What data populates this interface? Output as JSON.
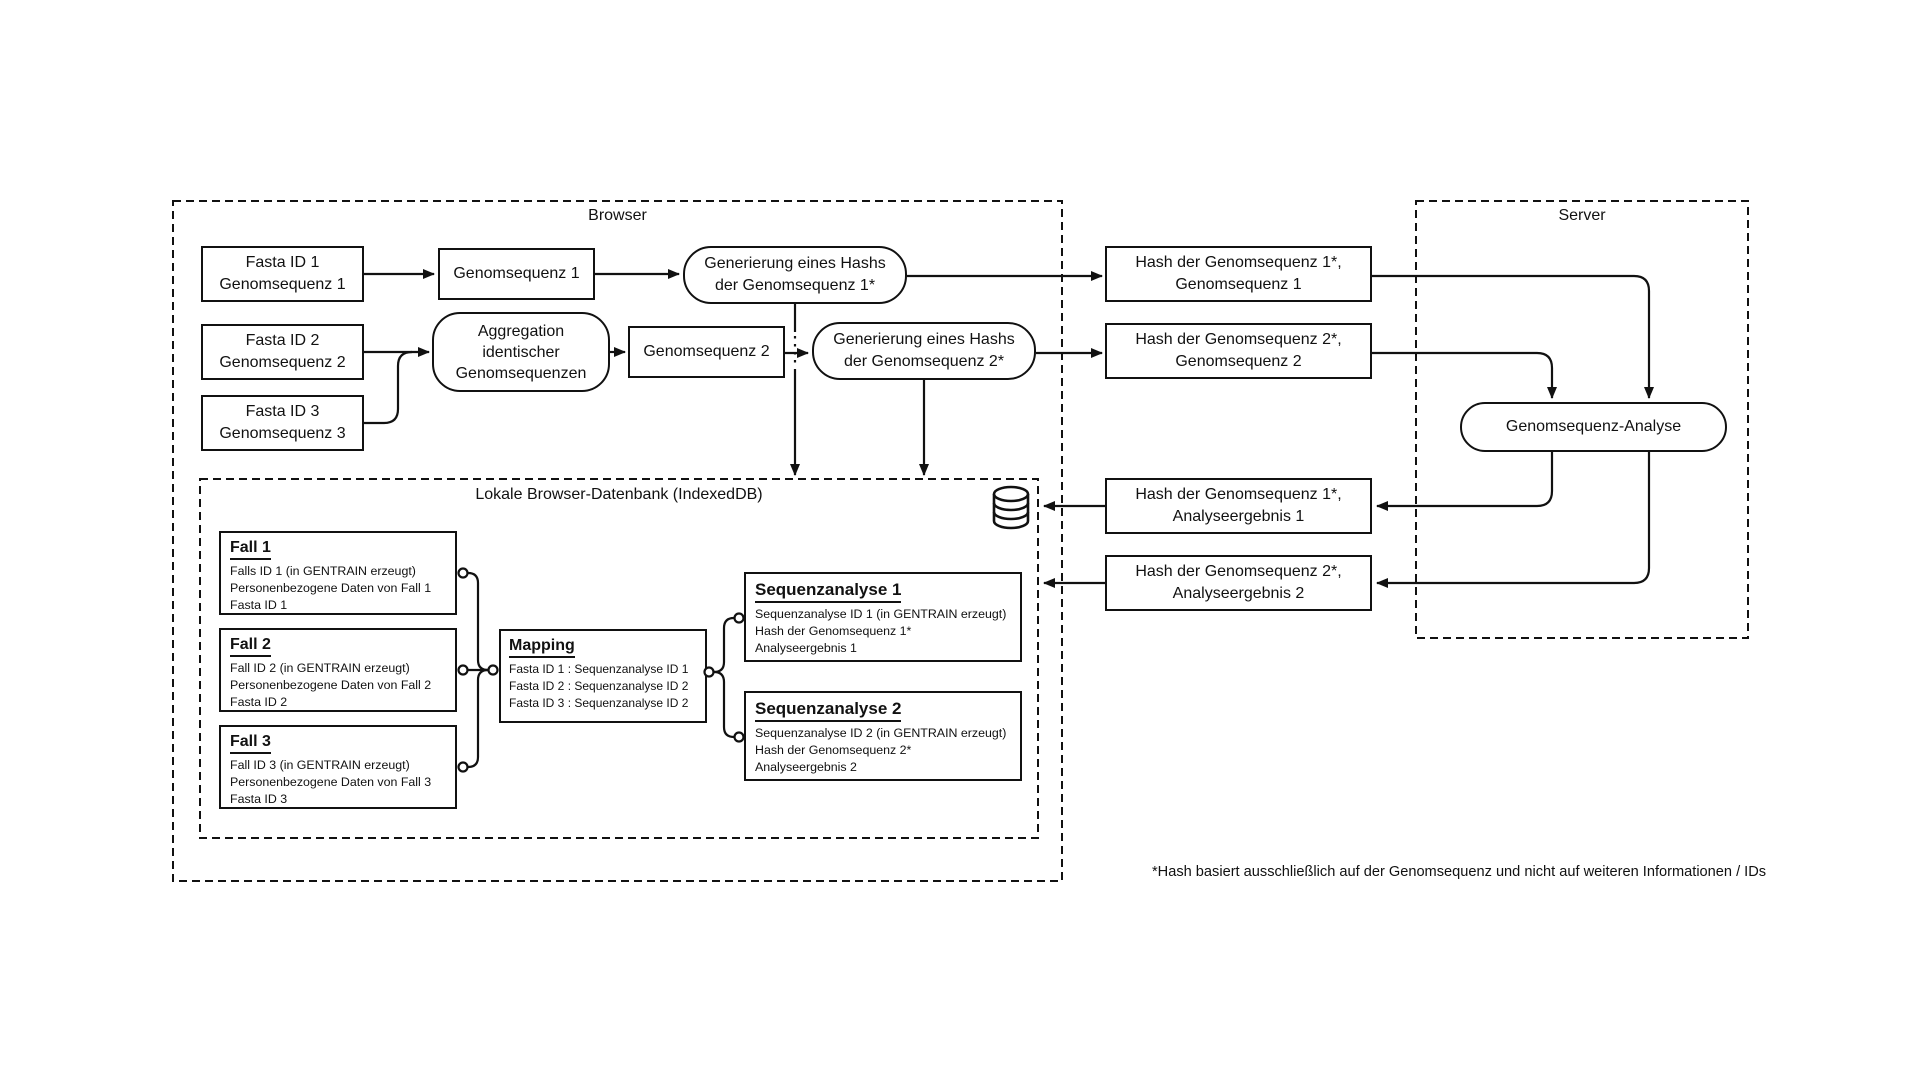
{
  "diagram": {
    "browser_label": "Browser",
    "server_label": "Server",
    "db_label": "Lokale Browser-Datenbank (IndexedDB)",
    "footnote": "*Hash basiert ausschließlich auf der Genomsequenz und nicht auf weiteren Informationen / IDs",
    "colors": {
      "line": "#111111",
      "background": "#ffffff"
    }
  },
  "nodes": {
    "fasta1": {
      "line1": "Fasta ID 1",
      "line2": "Genomsequenz 1"
    },
    "fasta2": {
      "line1": "Fasta ID 2",
      "line2": "Genomsequenz 2"
    },
    "fasta3": {
      "line1": "Fasta ID 3",
      "line2": "Genomsequenz 3"
    },
    "gseq1": {
      "line1": "Genomsequenz 1"
    },
    "gseq2": {
      "line1": "Genomsequenz 2"
    },
    "agg": {
      "line1": "Aggregation",
      "line2": "identischer",
      "line3": "Genomsequenzen"
    },
    "hashgen1": {
      "line1": "Generierung eines Hashs",
      "line2": "der Genomsequenz 1*"
    },
    "hashgen2": {
      "line1": "Generierung eines Hashs",
      "line2": "der Genomsequenz 2*"
    },
    "hash1": {
      "line1": "Hash der Genomsequenz 1*,",
      "line2": "Genomsequenz 1"
    },
    "hash2": {
      "line1": "Hash der Genomsequenz 2*,",
      "line2": "Genomsequenz 2"
    },
    "analyse": {
      "line1": "Genomsequenz-Analyse"
    },
    "result1": {
      "line1": "Hash der Genomsequenz 1*,",
      "line2": "Analyseergebnis 1"
    },
    "result2": {
      "line1": "Hash der Genomsequenz 2*,",
      "line2": "Analyseergebnis 2"
    }
  },
  "entities": {
    "fall1": {
      "title": "Fall 1",
      "rows": [
        "Falls ID 1 (in GENTRAIN erzeugt)",
        "Personenbezogene Daten von Fall 1",
        "Fasta ID 1"
      ]
    },
    "fall2": {
      "title": "Fall 2",
      "rows": [
        "Fall ID 2 (in GENTRAIN erzeugt)",
        "Personenbezogene Daten von Fall 2",
        "Fasta ID 2"
      ]
    },
    "fall3": {
      "title": "Fall 3",
      "rows": [
        "Fall ID 3 (in GENTRAIN erzeugt)",
        "Personenbezogene Daten von Fall 3",
        "Fasta ID 3"
      ]
    },
    "mapping": {
      "title": "Mapping",
      "rows": [
        "Fasta ID 1 : Sequenzanalyse ID 1",
        "Fasta ID 2 : Sequenzanalyse ID 2",
        "Fasta ID 3 : Sequenzanalyse ID 2"
      ]
    },
    "sa1": {
      "title": "Sequenzanalyse 1",
      "rows": [
        "Sequenzanalyse ID 1 (in GENTRAIN erzeugt)",
        "Hash der Genomsequenz 1*",
        "Analyseergebnis 1"
      ]
    },
    "sa2": {
      "title": "Sequenzanalyse 2",
      "rows": [
        "Sequenzanalyse ID 2 (in GENTRAIN erzeugt)",
        "Hash der Genomsequenz 2*",
        "Analyseergebnis 2"
      ]
    }
  }
}
